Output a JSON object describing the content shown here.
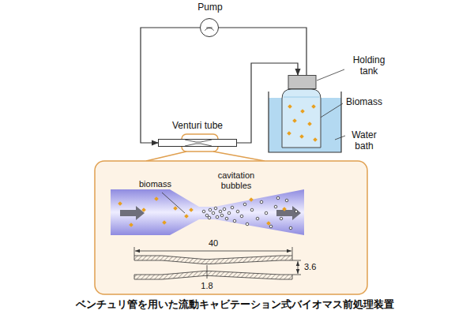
{
  "diagram": {
    "caption": "ベンチュリ管を用いた流動キャビテーション式バイオマス前処理装置",
    "nodes": [
      {
        "text": [
          "Pump"
        ]
      },
      {
        "text": [
          "Venturi tube"
        ]
      },
      {
        "text": [
          "Holding tank"
        ]
      }
    ],
    "edges": [
      {
        "from": 2,
        "to": 0,
        "arrow": "none"
      },
      {
        "from": 0,
        "to": 1,
        "arrow": "to"
      },
      {
        "from": 1,
        "to": 2,
        "arrow": "to"
      }
    ],
    "labels": [
      "Biomass",
      "Water bath",
      "biomass",
      "cavitation bubbles",
      "40",
      "3.6",
      "1.8"
    ]
  }
}
